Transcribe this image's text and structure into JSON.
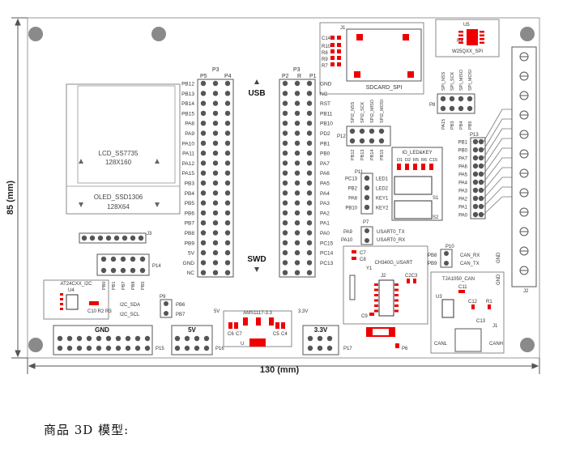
{
  "dimensions": {
    "width_label": "130 (mm)",
    "height_label": "85 (mm)"
  },
  "lcd": {
    "label1": "LCD_SS7735",
    "size1": "128X160",
    "label2": "OLED_SSD1306",
    "size2": "128X64"
  },
  "headers": {
    "p5": "P5",
    "p4": "P4",
    "p3a": "P3",
    "p2": "P2",
    "p3b": "P3",
    "p1": "P1",
    "r": "R"
  },
  "usb_label": "USB",
  "swd_label": "SWD",
  "left_pins": [
    "PB12",
    "PB13",
    "PB14",
    "PB15",
    "PA8",
    "PA9",
    "PA10",
    "PA11",
    "PA12",
    "PA15",
    "PB3",
    "PB4",
    "PB5",
    "PB6",
    "PB7",
    "PB8",
    "PB9",
    "5V",
    "GND",
    "NC"
  ],
  "right_pins": [
    "GND",
    "NC",
    "RST",
    "PB11",
    "PB10",
    "PD2",
    "PB1",
    "PB0",
    "PA7",
    "PA6",
    "PA5",
    "PA4",
    "PA3",
    "PA2",
    "PA1",
    "PA0",
    "PC15",
    "PC14",
    "PC13"
  ],
  "sdcard": {
    "ref": "J1",
    "label": "SDCARD_SPI",
    "c14": "C14",
    "resistors": [
      "R10",
      "R8",
      "R9",
      "R7"
    ]
  },
  "flash": {
    "ref": "U5",
    "label": "W25QXX_SPI",
    "r4": "R4",
    "pins": [
      "SPI_NSS",
      "SPI_SCK",
      "SPI_MISO",
      "SPI_MOSI"
    ],
    "ports": [
      "PA15",
      "PB3",
      "PB4",
      "PB5"
    ],
    "header": "P8"
  },
  "spi2": {
    "header": "P12",
    "pins": [
      "SPI2_NSS",
      "SPI2_SCK",
      "SPI2_MISO",
      "SPI2_MOSI"
    ],
    "ports": [
      "PB12",
      "PB13",
      "PB14",
      "PB15"
    ]
  },
  "io": {
    "title": "IO_LED&KEY",
    "parts": [
      "D1",
      "D2",
      "R5",
      "R6",
      "C15"
    ],
    "header": "P11",
    "pins": [
      "PC13",
      "PB2",
      "PA8",
      "PB10"
    ],
    "labels": [
      "LED1",
      "LED2",
      "KEY1",
      "KEY2"
    ],
    "switches": [
      "S1",
      "S2"
    ]
  },
  "p13": {
    "header": "P13",
    "pins": [
      "PB1",
      "PB0",
      "PA7",
      "PA6",
      "PA5",
      "PA4",
      "PA3",
      "PA2",
      "PA1",
      "PA0"
    ]
  },
  "j2": {
    "ref": "J2",
    "gnd1": "GND",
    "gnd2": "GND"
  },
  "p14": {
    "header": "P14",
    "label": "J3",
    "pins": [
      "PB0",
      "PB1",
      "PB7",
      "PB8",
      "PB5"
    ]
  },
  "eeprom": {
    "title": "AT24CXX_I2C",
    "ref": "U4",
    "parts": "C10 R2 R3",
    "sda": "I2C_SDA",
    "scl": "I2C_SCL",
    "header": "P9",
    "ports": [
      "PB6",
      "PB7"
    ]
  },
  "usart": {
    "header": "P7",
    "tx_port": "PA9",
    "rx_port": "PA10",
    "tx": "USART0_TX",
    "rx": "USART0_RX",
    "chip": "CH340G_USART",
    "caps": [
      "C7",
      "C8"
    ],
    "y1": "Y1",
    "j2": "J2",
    "c2c3": "C2C3",
    "c9": "C9",
    "p6": "P6"
  },
  "can": {
    "header": "P10",
    "ports": [
      "PB8",
      "PB9"
    ],
    "rx": "CAN_RX",
    "tx": "CAN_TX",
    "chip": "TJA1050_CAN",
    "u3": "U3",
    "c11": "C11",
    "c12": "C12",
    "r1": "R1",
    "c13": "C13",
    "j1": "J1",
    "canl": "CANL",
    "canh": "CANH"
  },
  "power": {
    "gnd": "GND",
    "v5": "5V",
    "v33": "3.3V",
    "p15": "P15",
    "p16": "P16",
    "p17": "P17",
    "reg": "AMS1117-3.3",
    "v5in": "5V",
    "v33out": "3.3V",
    "caps": [
      "C6",
      "C7",
      "C5",
      "C4"
    ],
    "u": "U"
  },
  "caption": "商品 3D 模型:"
}
